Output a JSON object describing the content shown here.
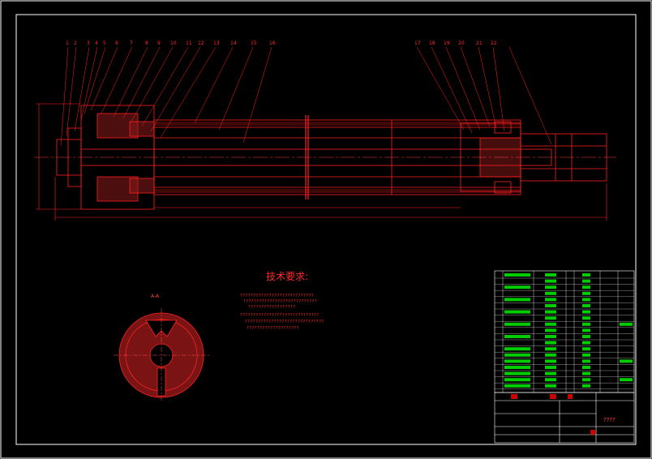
{
  "drawing": {
    "title": "技术要求:",
    "requirements": [
      "????????????????????????????",
      "????????????????????????????",
      "??????????????????",
      "??????????????????????????????",
      "??????????????????????????????",
      "????????????????????"
    ],
    "section_label": "A-A",
    "title_block_name": "????"
  },
  "balloons": [
    "1",
    "2",
    "3",
    "4",
    "5",
    "6",
    "7",
    "8",
    "9",
    "10",
    "11",
    "12",
    "13",
    "14",
    "15",
    "16",
    "17",
    "18",
    "19",
    "20",
    "21",
    "22"
  ],
  "colors": {
    "background": "#000000",
    "frame": "#ffffff",
    "geometry": "#ff2020",
    "hatch": "#8b1a1a",
    "table_fill": "#00cc00",
    "centerline": "#ff4040"
  },
  "icons": [
    "crosshair-icon"
  ]
}
